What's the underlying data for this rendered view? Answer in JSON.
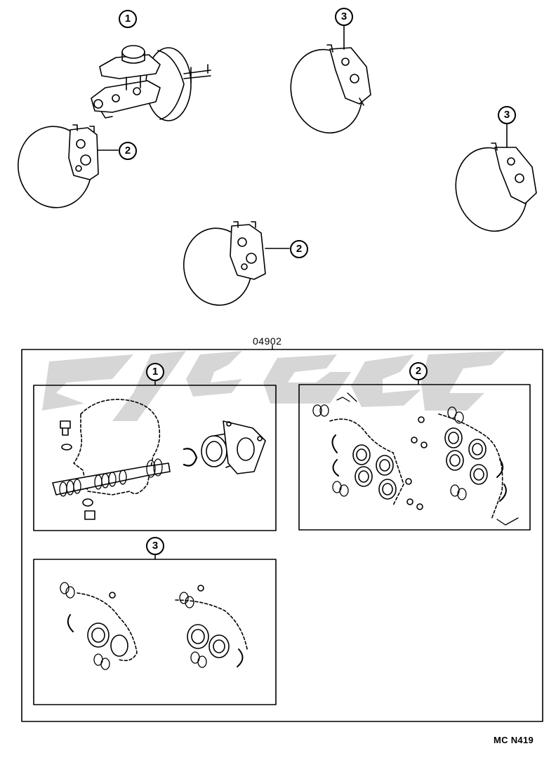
{
  "callouts": {
    "master_cylinder": "1",
    "rear_caliper": "2",
    "front_caliper": "3"
  },
  "kit": {
    "part_number": "04902",
    "panels": {
      "master_cylinder_kit": "1",
      "rear_caliper_kit": "2",
      "front_caliper_kit": "3"
    }
  },
  "diagram_code": "MC N419",
  "watermark": {
    "color": "#c8c8c8"
  }
}
